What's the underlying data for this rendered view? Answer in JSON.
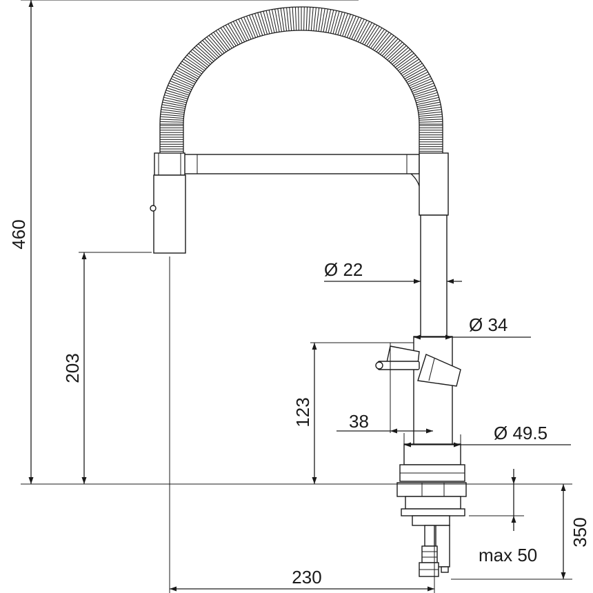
{
  "dimensions": {
    "total_height": "460",
    "spout_height": "203",
    "lever_height": "123",
    "under_counter": "350",
    "outreach": "230",
    "tube_diameter": "Ø 22",
    "body_diameter": "Ø 34",
    "base_diameter": "Ø 49.5",
    "lever_offset": "38",
    "max_thickness": "max 50"
  }
}
